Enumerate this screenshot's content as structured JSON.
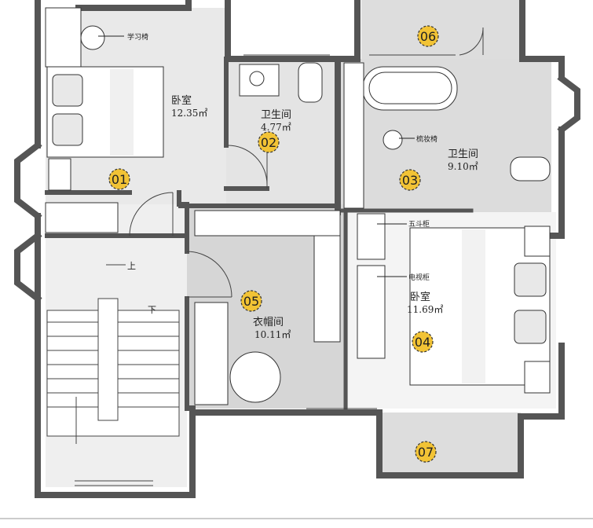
{
  "rooms": [
    {
      "id": "bedroom-1",
      "name": "卧室",
      "area": "12.35㎡"
    },
    {
      "id": "bathroom-1",
      "name": "卫生间",
      "area": "4.77㎡"
    },
    {
      "id": "bathroom-2",
      "name": "卫生间",
      "area": "9.10㎡"
    },
    {
      "id": "bedroom-2",
      "name": "卧室",
      "area": "11.69㎡"
    },
    {
      "id": "wardrobe-room",
      "name": "衣帽间",
      "area": "10.11㎡"
    }
  ],
  "furniture": {
    "study_chair": "学习椅",
    "vanity_chair": "梳妆椅",
    "chest_of_drawers": "五斗柜",
    "tv_cabinet": "电视柜"
  },
  "stairs": {
    "up": "上",
    "down": "下"
  },
  "markers": [
    "01",
    "02",
    "03",
    "04",
    "05",
    "06",
    "07"
  ],
  "colors": {
    "wall": "#555555",
    "floor_gray": "#d9d9d9",
    "floor_light": "#e6e6e6",
    "marker_fill": "#f2c335"
  }
}
